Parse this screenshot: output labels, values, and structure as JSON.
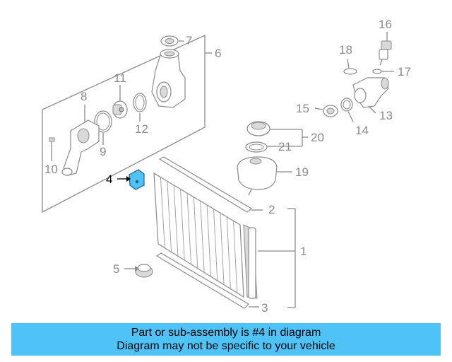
{
  "diagram": {
    "callouts": {
      "n1": "1",
      "n2": "2",
      "n3": "3",
      "n4": "4",
      "n5": "5",
      "n6": "6",
      "n7": "7",
      "n8": "8",
      "n9": "9",
      "n10": "10",
      "n11": "11",
      "n12": "12",
      "n13": "13",
      "n14": "14",
      "n15": "15",
      "n16": "16",
      "n17": "17",
      "n18": "18",
      "n19": "19",
      "n20": "20",
      "n21": "21"
    },
    "highlight_color": "#4fc3f7",
    "line_color": "#8a8a8a"
  },
  "banner": {
    "line1": "Part or sub-assembly is #4 in diagram",
    "line2": "Diagram may not be specific to your vehicle",
    "color": "#4fc3f7"
  }
}
